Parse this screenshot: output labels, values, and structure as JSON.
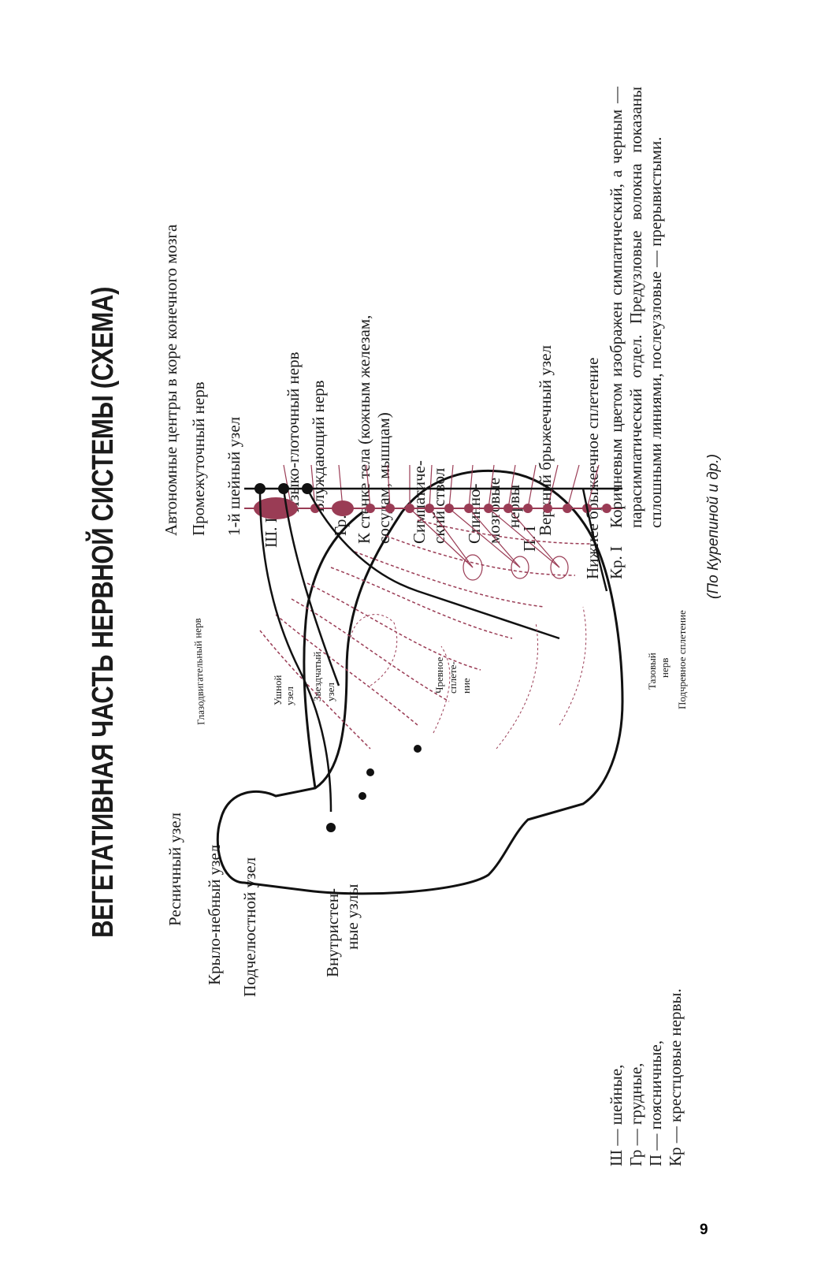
{
  "title": "ВЕГЕТАТИВНАЯ ЧАСТЬ НЕРВНОЙ СИСТЕМЫ (СХЕМА)",
  "left_labels": {
    "ciliary": "Ресничный узел",
    "pterygopalatine": "Крыло-небный узел",
    "submandibular": "Подчелюстной узел",
    "intramural_1": "Внутристен-",
    "intramural_2": "ные узлы"
  },
  "right_labels": {
    "autonomic_centers": "Автономные центры в коре конечного мозга",
    "intermediate_nerve": "Промежуточный нерв",
    "first_cervical": "1-й шейный узел",
    "sh1": "Ш. I",
    "glossopharyngeal": "Языко-глоточный нерв",
    "vagus": "Блуждающий нерв",
    "gr1": "Гр. I",
    "body_wall_1": "К стенке тела (кожным железам,",
    "body_wall_2": "сосудам, мышцам)",
    "symp_trunk_1": "Симпатиче-",
    "symp_trunk_2": "ский ствол",
    "spinal_1": "Спинно-",
    "spinal_2": "мозговые",
    "spinal_3": "нервы",
    "p1": "П. I",
    "sup_mesenteric": "Верхний брыжеечный узел",
    "inf_mesenteric_plexus": "Нижнее брыжеечное сплетение",
    "kr1": "Кр. I"
  },
  "small_labels": {
    "oculomotor": "Глазодвигательный нерв",
    "otic_1": "Ушной",
    "otic_2": "узел",
    "stellate_1": "Звездчатый",
    "stellate_2": "узел",
    "celiac_1": "Чревное",
    "celiac_2": "сплете-",
    "celiac_3": "ние",
    "pelvic_1": "Тазовый",
    "pelvic_2": "нерв",
    "hypogastric": "Подчревное сплетение"
  },
  "legend": [
    "Ш — шейные,",
    "Гр — грудные,",
    "П — поясничные,",
    "Кр — крестцовые нервы."
  ],
  "note": "Коричневым цветом изображен симпатический, а черным — парасимпатический отдел. Предузловые волокна показаны сплошными линиями, послеузловые — прерывистыми.",
  "credit": "(По Курепиной и др.)",
  "page_number": "9",
  "colors": {
    "sympathetic": "#9a3c55",
    "parasympathetic": "#111111"
  }
}
